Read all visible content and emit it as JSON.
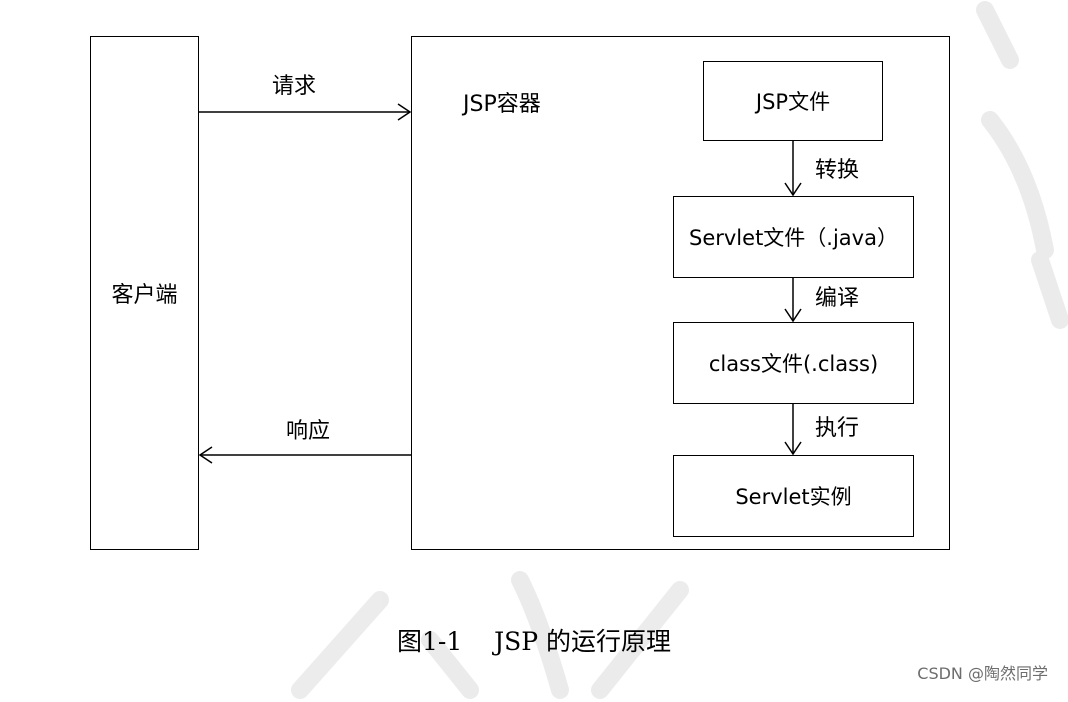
{
  "client": {
    "label": "客户端"
  },
  "container": {
    "label": "JSP容器"
  },
  "request": {
    "label": "请求"
  },
  "response": {
    "label": "响应"
  },
  "steps": [
    {
      "label": "JSP文件"
    },
    {
      "label": "Servlet文件（.java）"
    },
    {
      "label": "class文件(.class)"
    },
    {
      "label": "Servlet实例"
    }
  ],
  "transitions": [
    {
      "label": "转换"
    },
    {
      "label": "编译"
    },
    {
      "label": "执行"
    }
  ],
  "caption": {
    "figure_no": "图1-1",
    "text": "JSP 的运行原理"
  },
  "credit": {
    "text": "CSDN @陶然同学"
  },
  "colors": {
    "line": "#000000",
    "watermark": "#d9d9d9",
    "credit": "#6d6d6d"
  }
}
